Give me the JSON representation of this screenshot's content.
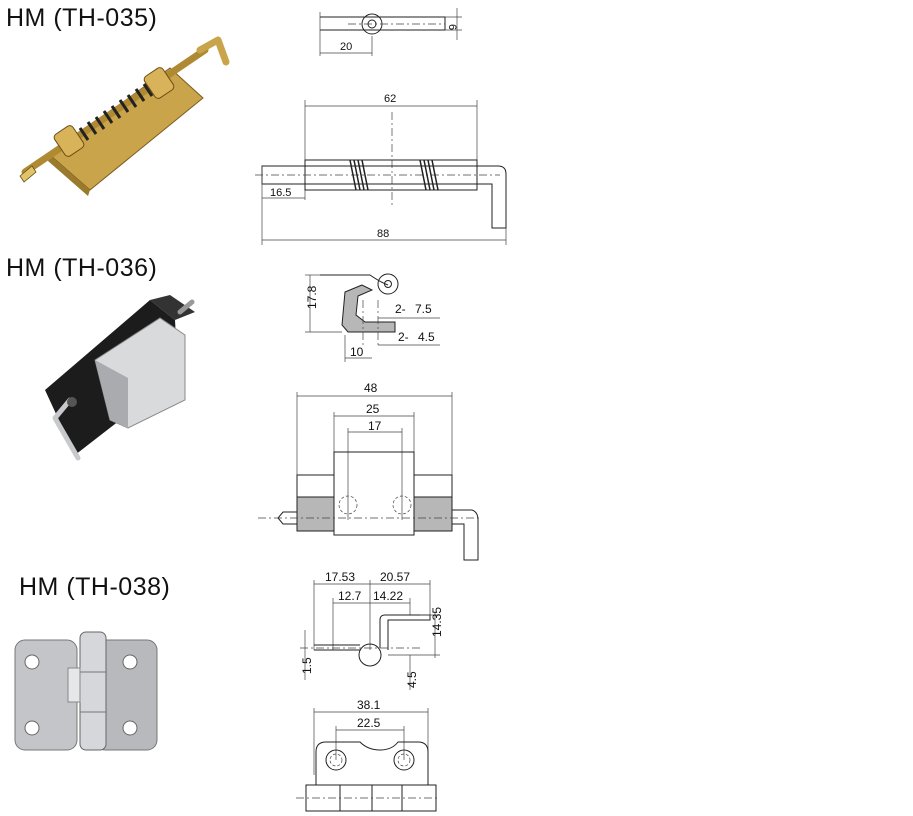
{
  "products": [
    {
      "model": "HM (TH-035)",
      "top_view_dims": [
        "20",
        "6"
      ],
      "side_view_dims": [
        "62",
        "16.5",
        "88"
      ]
    },
    {
      "model": "HM (TH-036)",
      "side_view_dims": [
        "17.8",
        "2-",
        "7.5",
        "2-",
        "4.5",
        "10"
      ],
      "front_view_dims": [
        "48",
        "25",
        "17"
      ]
    },
    {
      "model": "HM (TH-038)",
      "side_view_dims": [
        "17.53",
        "20.57",
        "12.7",
        "14.22",
        "14.35",
        "1.5",
        "4.5"
      ],
      "front_view_dims": [
        "38.1",
        "22.5"
      ]
    }
  ],
  "colors": {
    "brass": "#c9a44a",
    "black_leaf": "#1c1c1c",
    "steel": "#c7c9cc",
    "background": "#ffffff"
  }
}
